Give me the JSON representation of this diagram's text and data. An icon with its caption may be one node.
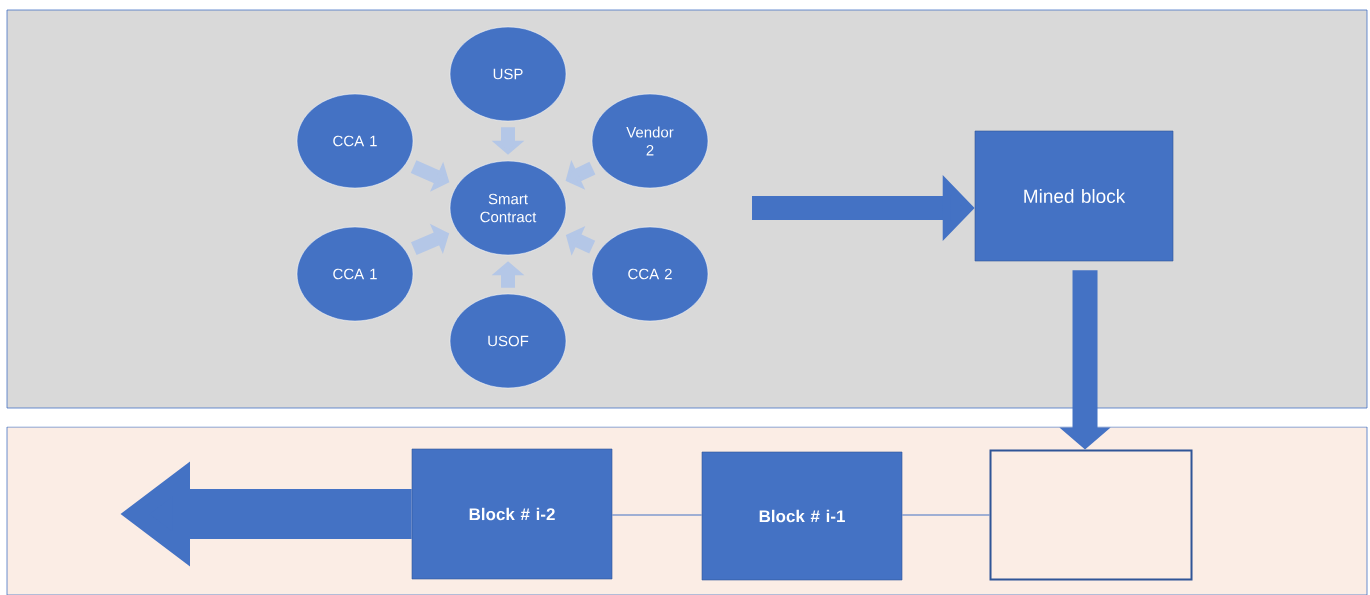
{
  "diagram": {
    "nodes": [
      {
        "text": [
          "USP"
        ]
      },
      {
        "text": [
          "CCA 1"
        ]
      },
      {
        "text": [
          "Vendor 2"
        ]
      },
      {
        "text": [
          "Smart Contract"
        ]
      },
      {
        "text": [
          "CCA 1"
        ]
      },
      {
        "text": [
          "CCA 2"
        ]
      },
      {
        "text": [
          "USOF"
        ]
      },
      {
        "text": [
          "Mined block"
        ]
      },
      {
        "text": [
          "Block # i-2"
        ]
      },
      {
        "text": [
          "Block # i-1"
        ]
      },
      {
        "text": [],
        "shape": "box"
      }
    ],
    "edges": [
      {
        "from": 0,
        "to": 3,
        "arrow": "to",
        "color": "#b4c7e7"
      },
      {
        "from": 1,
        "to": 3,
        "arrow": "to",
        "color": "#b4c7e7"
      },
      {
        "from": 2,
        "to": 3,
        "arrow": "to",
        "color": "#b4c7e7"
      },
      {
        "from": 4,
        "to": 3,
        "arrow": "to",
        "color": "#b4c7e7"
      },
      {
        "from": 5,
        "to": 3,
        "arrow": "to",
        "color": "#b4c7e7"
      },
      {
        "from": 6,
        "to": 3,
        "arrow": "to",
        "color": "#b4c7e7"
      },
      {
        "from": null,
        "to": 7,
        "arrow": "to",
        "color": "#4472c4"
      },
      {
        "from": 7,
        "to": 10,
        "arrow": "to",
        "color": "#4472c4"
      },
      {
        "from": 8,
        "to": 9,
        "arrow": "none",
        "color": "#4472c4"
      },
      {
        "from": 9,
        "to": 10,
        "arrow": "none",
        "color": "#4472c4"
      },
      {
        "from": 8,
        "to": null,
        "arrow": "to",
        "style": "thick",
        "color": "#4472c4"
      }
    ]
  }
}
